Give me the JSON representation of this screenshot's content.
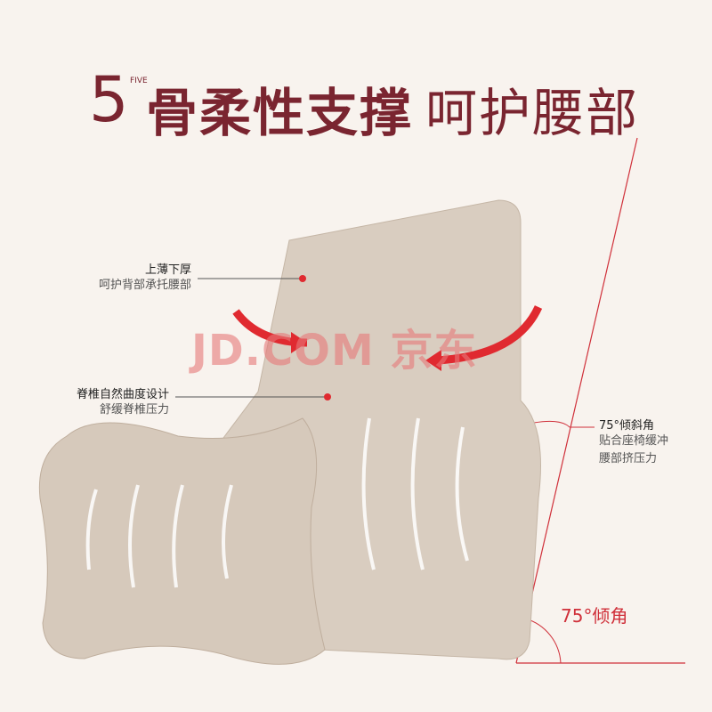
{
  "title": {
    "logo_number": "5",
    "logo_small": "FIVE",
    "bold": "骨柔性支撑",
    "thin": "呵护腰部"
  },
  "callouts": [
    {
      "head": "上薄下厚",
      "sub": "呵护背部承托腰部"
    },
    {
      "head": "脊椎自然曲度设计",
      "sub": "舒缓脊椎压力"
    },
    {
      "head": "75°倾斜角",
      "sub": "贴合座椅缓冲",
      "sub2": "腰部挤压力"
    }
  ],
  "angle_label": "75°倾角",
  "watermark": "JD.COM 京东",
  "colors": {
    "accent": "#7a2530",
    "red": "#d0303a",
    "cushion": "#d8ccbf"
  }
}
